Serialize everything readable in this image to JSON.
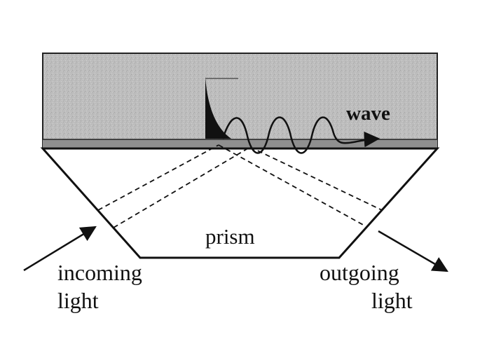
{
  "labels": {
    "wave": "wave",
    "prism": "prism",
    "incoming_line1": "incoming",
    "incoming_line2": "light",
    "outgoing_line1": "outgoing",
    "outgoing_line2": "light"
  },
  "colors": {
    "medium_fill": "#bcbcbc",
    "interface_band": "#8f8f8f",
    "ink": "#111111",
    "prism_fill": "#ffffff"
  }
}
